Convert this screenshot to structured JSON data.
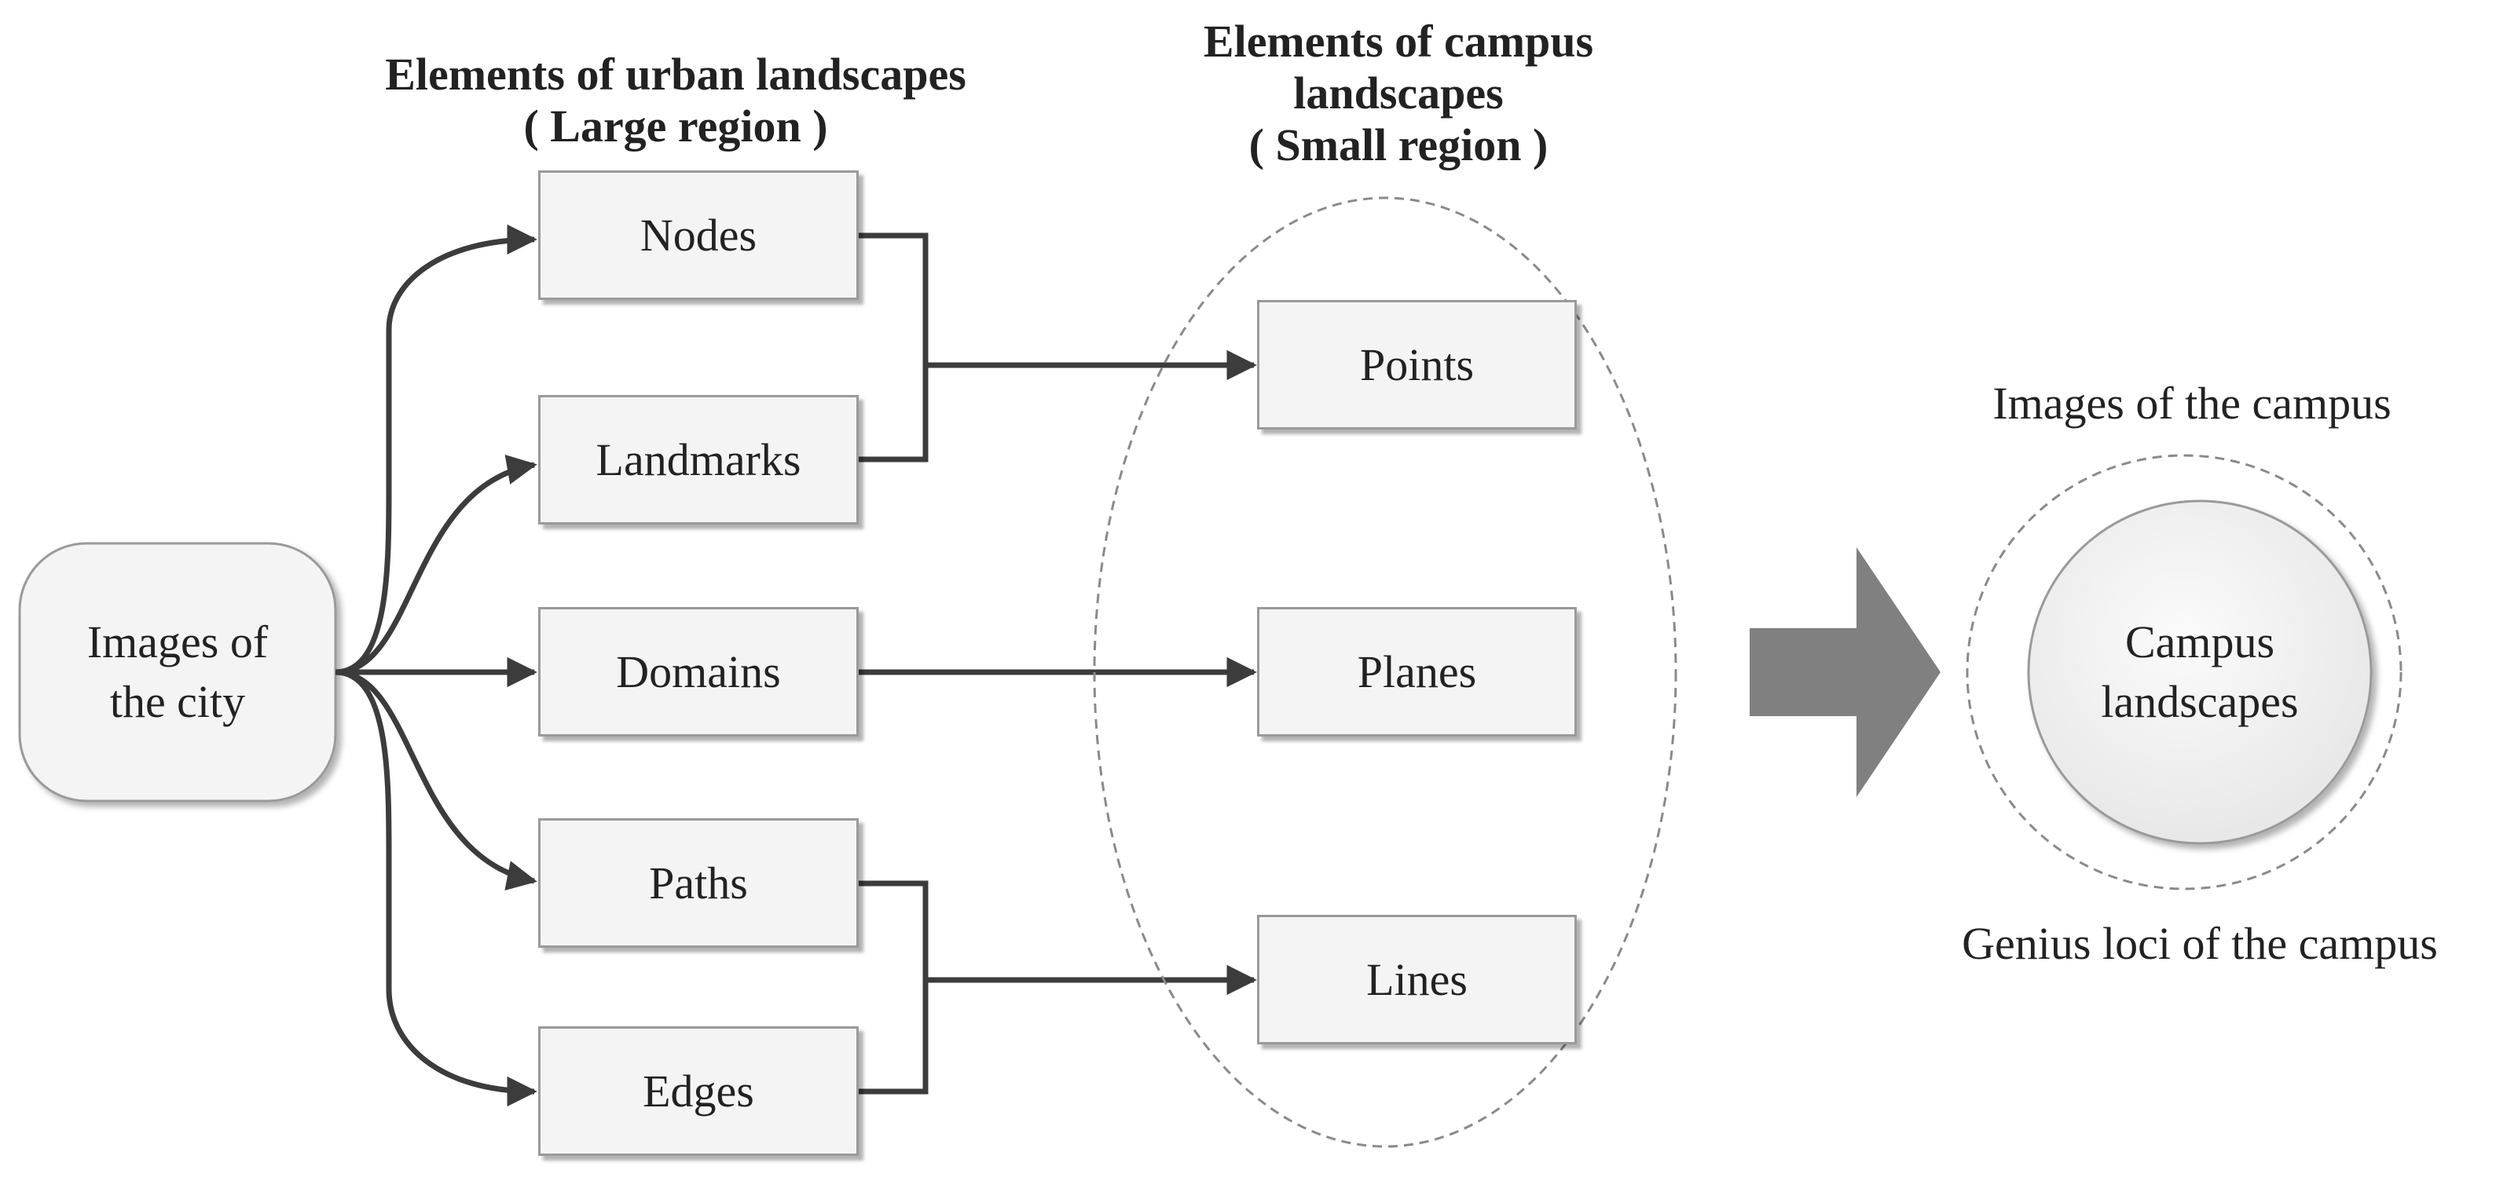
{
  "headers": {
    "urban_title": "Elements of urban landscapes",
    "urban_subtitle": "( Large region )",
    "campus_title_1": "Elements of campus",
    "campus_title_2": "landscapes",
    "campus_subtitle": "( Small region )"
  },
  "source": {
    "line1": "Images of",
    "line2": "the city"
  },
  "urban_elements": [
    "Nodes",
    "Landmarks",
    "Domains",
    "Paths",
    "Edges"
  ],
  "campus_elements": [
    "Points",
    "Planes",
    "Lines"
  ],
  "result": {
    "top_label": "Images of the campus",
    "center_line1": "Campus",
    "center_line2": "landscapes",
    "bottom_label": "Genius loci of the campus"
  },
  "colors": {
    "connector": "#3c3c3c",
    "big_arrow": "#808080",
    "box_fill": "#f4f4f4",
    "box_border": "#9a9a9a"
  }
}
